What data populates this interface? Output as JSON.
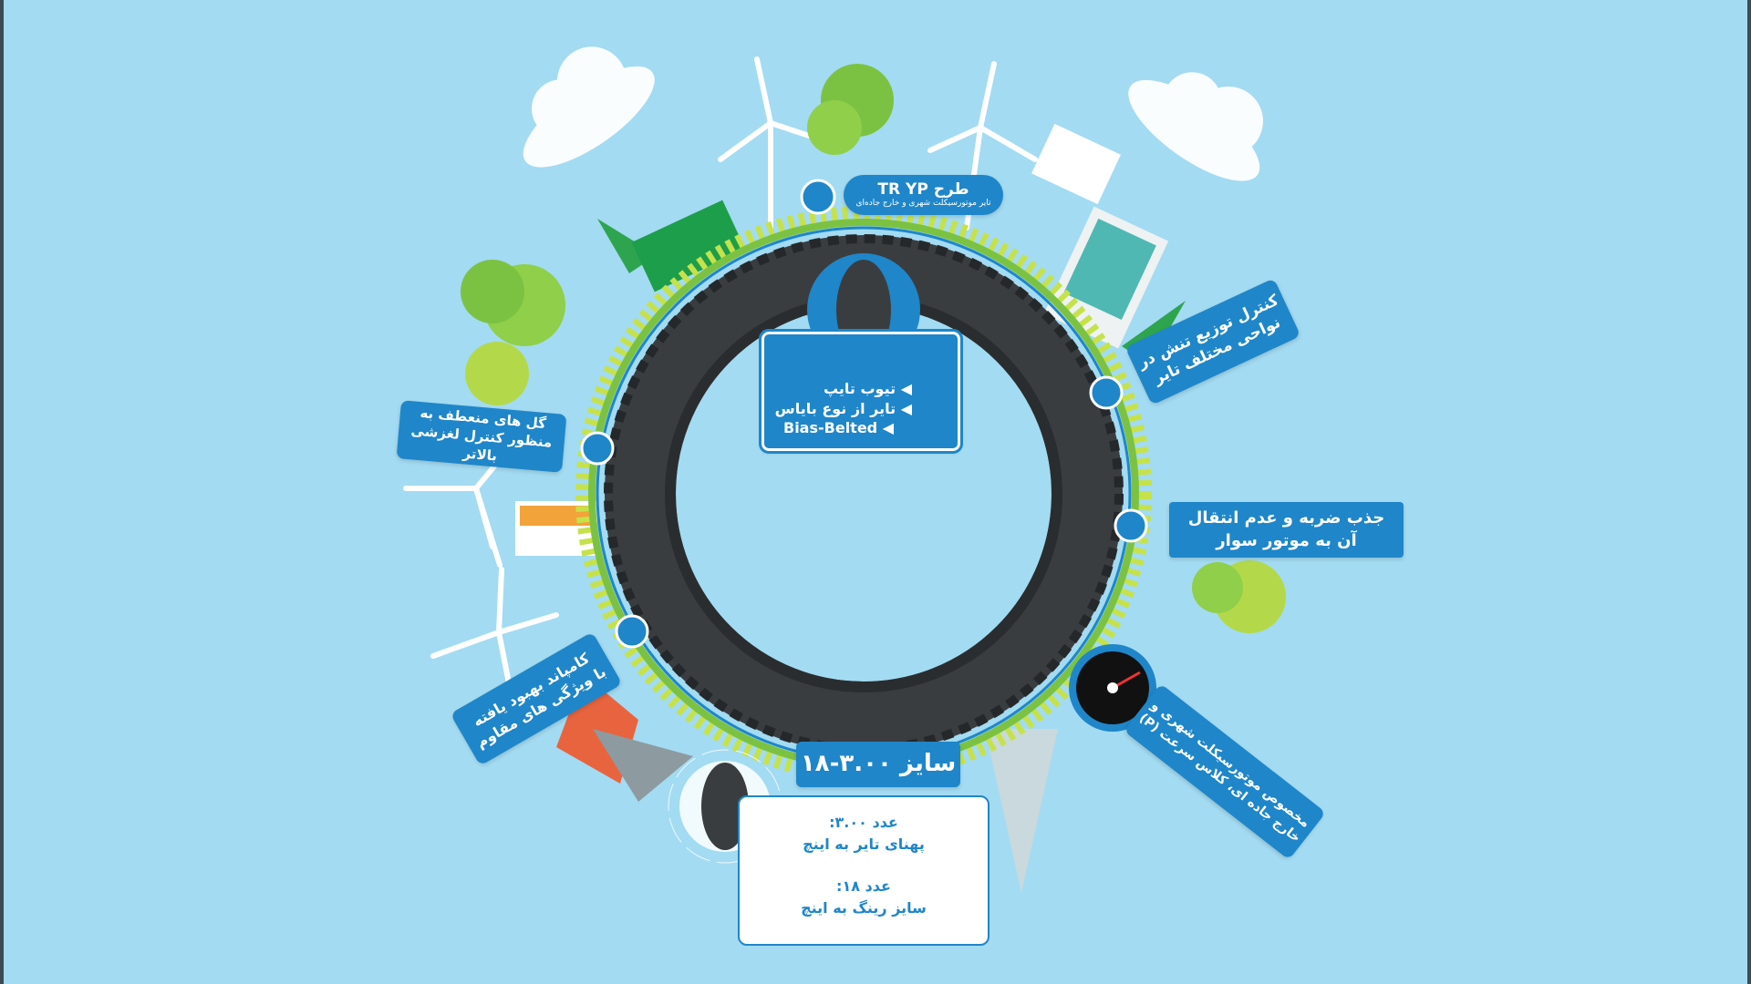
{
  "top_badge": {
    "title": "طرح TR YP",
    "subtitle": "تایر موتورسیکلت شهری و خارج جاده‌ای"
  },
  "tire_type_box": {
    "items": [
      "تیوب تایپ",
      "تایر از نوع بایاس",
      "Bias-Belted"
    ]
  },
  "features": {
    "tread_pattern": [
      "گل های منعطف به",
      "منظور کنترل لغزشی بالاتر"
    ],
    "stress_control": [
      "کنترل توزیع تنش در",
      "نواحی مختلف تایر"
    ],
    "shock_absorb": [
      "جذب ضربه و عدم انتقال",
      "آن به موتور سوار"
    ],
    "usage": [
      "مخصوص موتورسیکلت شهری و",
      "خارج جاده ای، کلاس سرعت (P)"
    ],
    "compound": [
      "کامپاند بهبود یافته",
      "با ویژگی های مقاوم"
    ]
  },
  "size": {
    "badge": "سایز ۳.۰۰-۱۸",
    "width_label": "عدد ۳.۰۰:",
    "width_desc": "پهنای تایر به اینچ",
    "rim_label": "عدد ۱۸:",
    "rim_desc": "سایز رینگ به اینچ"
  },
  "colors": {
    "background": "#a3dbf2",
    "label_blue": "#1f86c9",
    "ring_green": "#7cc242",
    "text_blue": "#1f86c9"
  }
}
